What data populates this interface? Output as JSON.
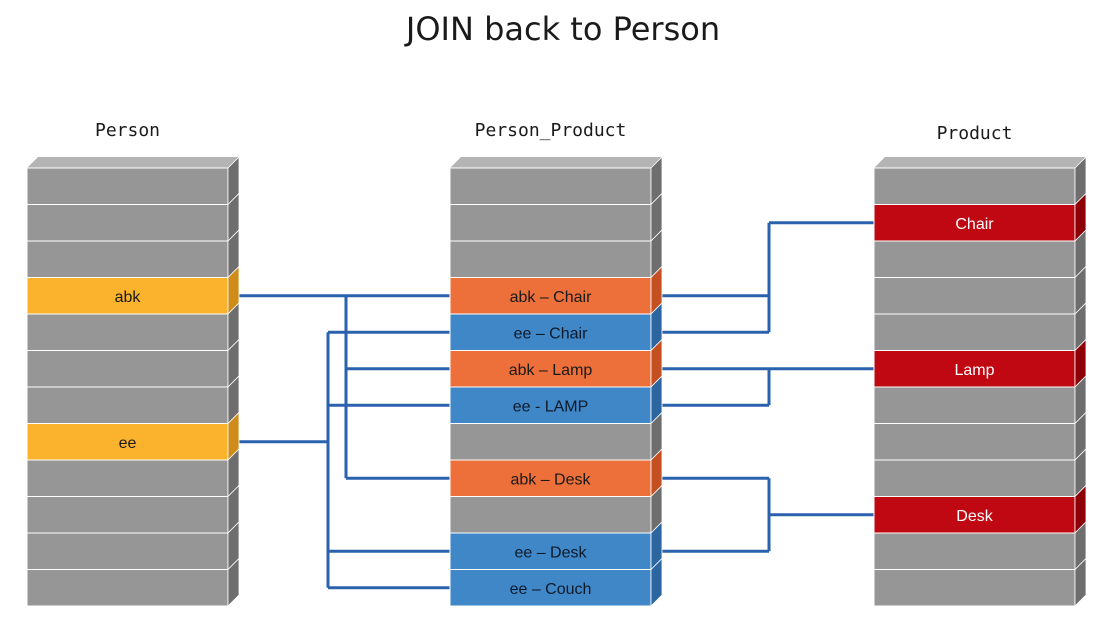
{
  "title": "JOIN back to Person",
  "colors": {
    "empty": "#969696",
    "empty_side": "#6e6e6e",
    "empty_top": "#b4b4b4",
    "person": "#fbb32e",
    "person_side": "#d08c18",
    "pp_orange": "#ed6f3a",
    "pp_orange_side": "#c44f20",
    "pp_blue": "#3f87c7",
    "pp_blue_side": "#2c66a0",
    "product": "#c00812",
    "product_side": "#8e0008",
    "line": "#2a62ae"
  },
  "tables": [
    {
      "name": "Person",
      "rows": [
        {
          "label": "",
          "kind": "empty"
        },
        {
          "label": "",
          "kind": "empty"
        },
        {
          "label": "",
          "kind": "empty"
        },
        {
          "label": "abk",
          "kind": "person"
        },
        {
          "label": "",
          "kind": "empty"
        },
        {
          "label": "",
          "kind": "empty"
        },
        {
          "label": "",
          "kind": "empty"
        },
        {
          "label": "ee",
          "kind": "person"
        },
        {
          "label": "",
          "kind": "empty"
        },
        {
          "label": "",
          "kind": "empty"
        },
        {
          "label": "",
          "kind": "empty"
        },
        {
          "label": "",
          "kind": "empty"
        }
      ]
    },
    {
      "name": "Person_Product",
      "rows": [
        {
          "label": "",
          "kind": "empty"
        },
        {
          "label": "",
          "kind": "empty"
        },
        {
          "label": "",
          "kind": "empty"
        },
        {
          "label": "abk – Chair",
          "kind": "pp_orange"
        },
        {
          "label": "ee – Chair",
          "kind": "pp_blue"
        },
        {
          "label": "abk – Lamp",
          "kind": "pp_orange"
        },
        {
          "label": "ee - LAMP",
          "kind": "pp_blue"
        },
        {
          "label": "",
          "kind": "empty"
        },
        {
          "label": "abk – Desk",
          "kind": "pp_orange"
        },
        {
          "label": "",
          "kind": "empty"
        },
        {
          "label": "ee – Desk",
          "kind": "pp_blue"
        },
        {
          "label": "ee – Couch",
          "kind": "pp_blue"
        }
      ]
    },
    {
      "name": "Product",
      "rows": [
        {
          "label": "",
          "kind": "empty"
        },
        {
          "label": "Chair",
          "kind": "product"
        },
        {
          "label": "",
          "kind": "empty"
        },
        {
          "label": "",
          "kind": "empty"
        },
        {
          "label": "",
          "kind": "empty"
        },
        {
          "label": "Lamp",
          "kind": "product"
        },
        {
          "label": "",
          "kind": "empty"
        },
        {
          "label": "",
          "kind": "empty"
        },
        {
          "label": "",
          "kind": "empty"
        },
        {
          "label": "Desk",
          "kind": "product"
        },
        {
          "label": "",
          "kind": "empty"
        },
        {
          "label": "",
          "kind": "empty"
        }
      ]
    }
  ],
  "joins_left": [
    {
      "from_row": 3,
      "to_rows": [
        3,
        5,
        8
      ]
    },
    {
      "from_row": 7,
      "to_rows": [
        4,
        6,
        10,
        11
      ]
    }
  ],
  "joins_right": [
    {
      "product_row": 1,
      "pp_rows": [
        3,
        4
      ]
    },
    {
      "product_row": 5,
      "pp_rows": [
        5,
        6
      ]
    },
    {
      "product_row": 9,
      "pp_rows": [
        8,
        10
      ]
    }
  ]
}
